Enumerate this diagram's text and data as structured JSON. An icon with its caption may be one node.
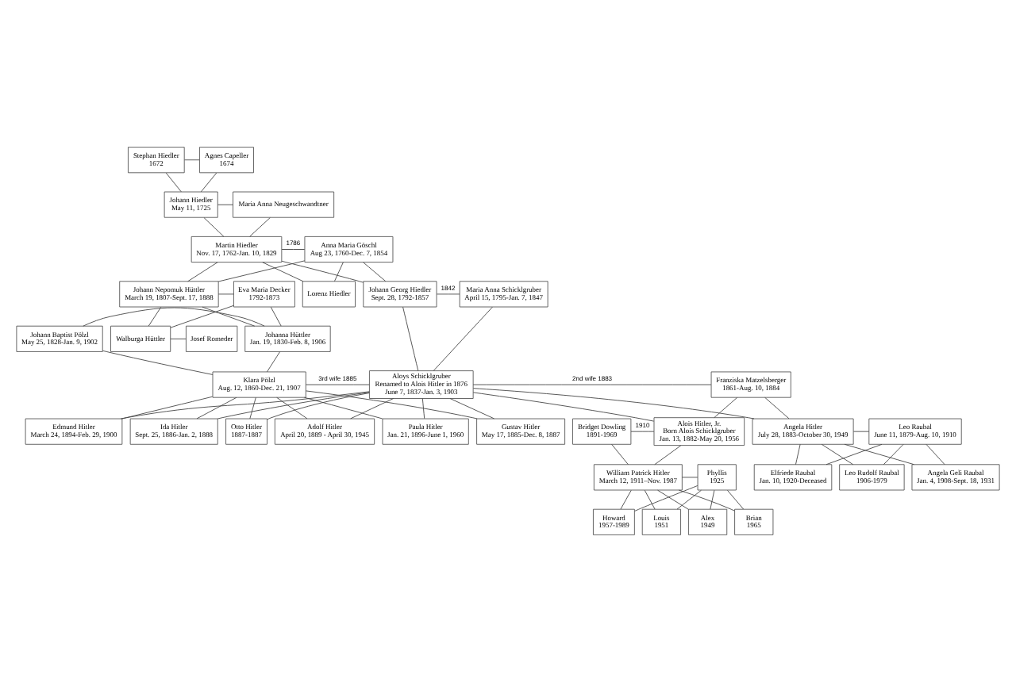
{
  "diagram": {
    "nodes": [
      {
        "text": [
          "Stephan Hiedler",
          "1672"
        ]
      },
      {
        "text": [
          "Agnes Capeller",
          "1674"
        ]
      },
      {
        "text": [
          "Johann Hiedler",
          "May 11, 1725"
        ]
      },
      {
        "text": [
          "Maria Anna Neugeschwandtner"
        ]
      },
      {
        "text": [
          "Martin Hiedler",
          "Nov. 17, 1762-Jan. 10, 1829"
        ]
      },
      {
        "text": [
          "Anna Maria Göschl",
          "Aug 23, 1760-Dec. 7, 1854"
        ]
      },
      {
        "text": [
          "Lorenz Hiedler"
        ]
      },
      {
        "text": [
          "Johann Georg Hiedler",
          "Sept. 28, 1792-1857"
        ]
      },
      {
        "text": [
          "Maria Anna Schicklgruber",
          "April 15, 1795-Jan. 7, 1847"
        ]
      },
      {
        "text": [
          "Johann Nepomuk Hüttler",
          "March 19, 1807-Sept. 17, 1888"
        ]
      },
      {
        "text": [
          "Eva Maria Decker",
          "1792-1873"
        ]
      },
      {
        "text": [
          "Johann Baptist Pölzl",
          "May 25, 1828-Jan. 9, 1902"
        ]
      },
      {
        "text": [
          "Johanna Hüttler",
          "Jan. 19, 1830-Feb. 8, 1906"
        ]
      },
      {
        "text": [
          "Walburga Hüttler"
        ]
      },
      {
        "text": [
          "Josef Romeder"
        ]
      },
      {
        "text": [
          "Franziska Matzelsberger",
          "1861-Aug. 10, 1884"
        ]
      },
      {
        "text": [
          "Aloys Schicklgruber",
          "Renamed to Alois Hitler in 1876",
          "June 7, 1837-Jan. 3, 1903"
        ]
      },
      {
        "text": [
          "Klara Pölzl",
          "Aug. 12, 1860-Dec. 21, 1907"
        ]
      },
      {
        "text": [
          "Gustav Hitler",
          "May 17, 1885-Dec. 8, 1887"
        ]
      },
      {
        "text": [
          "Ida Hitler",
          "Sept. 25, 1886-Jan. 2, 1888"
        ]
      },
      {
        "text": [
          "Otto Hitler",
          "1887-1887"
        ]
      },
      {
        "text": [
          "Adolf Hitler",
          "April 20, 1889 - April 30, 1945"
        ]
      },
      {
        "text": [
          "Edmund Hitler",
          "March 24, 1894-Feb. 29, 1900"
        ]
      },
      {
        "text": [
          "Paula Hitler",
          "Jan. 21, 1896-June 1, 1960"
        ]
      },
      {
        "text": [
          "Bridget Dowling",
          "1891-1969"
        ]
      },
      {
        "text": [
          "Alois Hitler, Jr.",
          "Born Alois Schicklgruber",
          "Jan. 13, 1882-May 20, 1956"
        ]
      },
      {
        "text": [
          "Angela Hitler",
          "July 28, 1883-October 30, 1949"
        ]
      },
      {
        "text": [
          "Leo Raubal",
          "June 11, 1879-Aug. 10, 1910"
        ]
      },
      {
        "text": [
          "Phyllis",
          "1925"
        ]
      },
      {
        "text": [
          "William Patrick Hitler",
          "March 12, 1911–Nov. 1987"
        ]
      },
      {
        "text": [
          "Leo Rudolf Raubal",
          "1906-1979"
        ]
      },
      {
        "text": [
          "Angela Geli Raubal",
          "Jan. 4, 1908-Sept. 18, 1931"
        ]
      },
      {
        "text": [
          "Elfriede Raubal",
          "Jan. 10, 1920-Deceased"
        ]
      },
      {
        "text": [
          "Alex",
          "1949"
        ]
      },
      {
        "text": [
          "Louis",
          "1951"
        ]
      },
      {
        "text": [
          "Howard",
          "1957-1989"
        ]
      },
      {
        "text": [
          "Brian",
          "1965"
        ]
      }
    ],
    "edges": [
      {
        "from": 0,
        "to": 1,
        "arrow": "none"
      },
      {
        "from": 0,
        "to": 2,
        "arrow": "none"
      },
      {
        "from": 1,
        "to": 2,
        "arrow": "none"
      },
      {
        "from": 2,
        "to": 3,
        "arrow": "none"
      },
      {
        "from": 2,
        "to": 4,
        "arrow": "none"
      },
      {
        "from": 3,
        "to": 4,
        "arrow": "none"
      },
      {
        "from": 4,
        "to": 5,
        "arrow": "none",
        "label": "1786"
      },
      {
        "from": 4,
        "to": 6,
        "arrow": "none"
      },
      {
        "from": 5,
        "to": 6,
        "arrow": "none"
      },
      {
        "from": 4,
        "to": 7,
        "arrow": "none"
      },
      {
        "from": 5,
        "to": 7,
        "arrow": "none"
      },
      {
        "from": 4,
        "to": 9,
        "arrow": "none"
      },
      {
        "from": 5,
        "to": 9,
        "arrow": "none"
      },
      {
        "from": 7,
        "to": 8,
        "arrow": "none",
        "label": "1842"
      },
      {
        "from": 7,
        "to": 16,
        "arrow": "none"
      },
      {
        "from": 8,
        "to": 16,
        "arrow": "none"
      },
      {
        "from": 9,
        "to": 10,
        "arrow": "none"
      },
      {
        "from": 9,
        "to": 12,
        "arrow": "none"
      },
      {
        "from": 10,
        "to": 12,
        "arrow": "none"
      },
      {
        "from": 9,
        "to": 13,
        "arrow": "none"
      },
      {
        "from": 10,
        "to": 13,
        "arrow": "none"
      },
      {
        "from": 13,
        "to": 14,
        "arrow": "none"
      },
      {
        "from": 11,
        "to": 12,
        "arrow": "none"
      },
      {
        "from": 11,
        "to": 17,
        "arrow": "none"
      },
      {
        "from": 12,
        "to": 17,
        "arrow": "none"
      },
      {
        "from": 15,
        "to": 16,
        "arrow": "none",
        "label": "2nd wife 1883"
      },
      {
        "from": 15,
        "to": 25,
        "arrow": "none"
      },
      {
        "from": 16,
        "to": 25,
        "arrow": "none"
      },
      {
        "from": 15,
        "to": 26,
        "arrow": "none"
      },
      {
        "from": 16,
        "to": 26,
        "arrow": "none"
      },
      {
        "from": 16,
        "to": 17,
        "arrow": "none",
        "label": "3rd wife 1885"
      },
      {
        "from": 16,
        "to": 18,
        "arrow": "none"
      },
      {
        "from": 17,
        "to": 18,
        "arrow": "none"
      },
      {
        "from": 16,
        "to": 19,
        "arrow": "none"
      },
      {
        "from": 17,
        "to": 19,
        "arrow": "none"
      },
      {
        "from": 16,
        "to": 20,
        "arrow": "none"
      },
      {
        "from": 17,
        "to": 20,
        "arrow": "none"
      },
      {
        "from": 16,
        "to": 21,
        "arrow": "none"
      },
      {
        "from": 17,
        "to": 21,
        "arrow": "none"
      },
      {
        "from": 16,
        "to": 22,
        "arrow": "none"
      },
      {
        "from": 17,
        "to": 22,
        "arrow": "none"
      },
      {
        "from": 16,
        "to": 23,
        "arrow": "none"
      },
      {
        "from": 17,
        "to": 23,
        "arrow": "none"
      },
      {
        "from": 24,
        "to": 25,
        "arrow": "none",
        "label": "1910"
      },
      {
        "from": 24,
        "to": 29,
        "arrow": "none"
      },
      {
        "from": 25,
        "to": 29,
        "arrow": "none"
      },
      {
        "from": 26,
        "to": 27,
        "arrow": "none"
      },
      {
        "from": 26,
        "to": 30,
        "arrow": "none"
      },
      {
        "from": 27,
        "to": 30,
        "arrow": "none"
      },
      {
        "from": 26,
        "to": 31,
        "arrow": "none"
      },
      {
        "from": 27,
        "to": 31,
        "arrow": "none"
      },
      {
        "from": 26,
        "to": 32,
        "arrow": "none"
      },
      {
        "from": 27,
        "to": 32,
        "arrow": "none"
      },
      {
        "from": 28,
        "to": 29,
        "arrow": "none"
      },
      {
        "from": 28,
        "to": 33,
        "arrow": "none"
      },
      {
        "from": 29,
        "to": 33,
        "arrow": "none"
      },
      {
        "from": 28,
        "to": 34,
        "arrow": "none"
      },
      {
        "from": 29,
        "to": 34,
        "arrow": "none"
      },
      {
        "from": 28,
        "to": 35,
        "arrow": "none"
      },
      {
        "from": 29,
        "to": 35,
        "arrow": "none"
      },
      {
        "from": 28,
        "to": 36,
        "arrow": "none"
      },
      {
        "from": 29,
        "to": 36,
        "arrow": "none"
      }
    ]
  }
}
